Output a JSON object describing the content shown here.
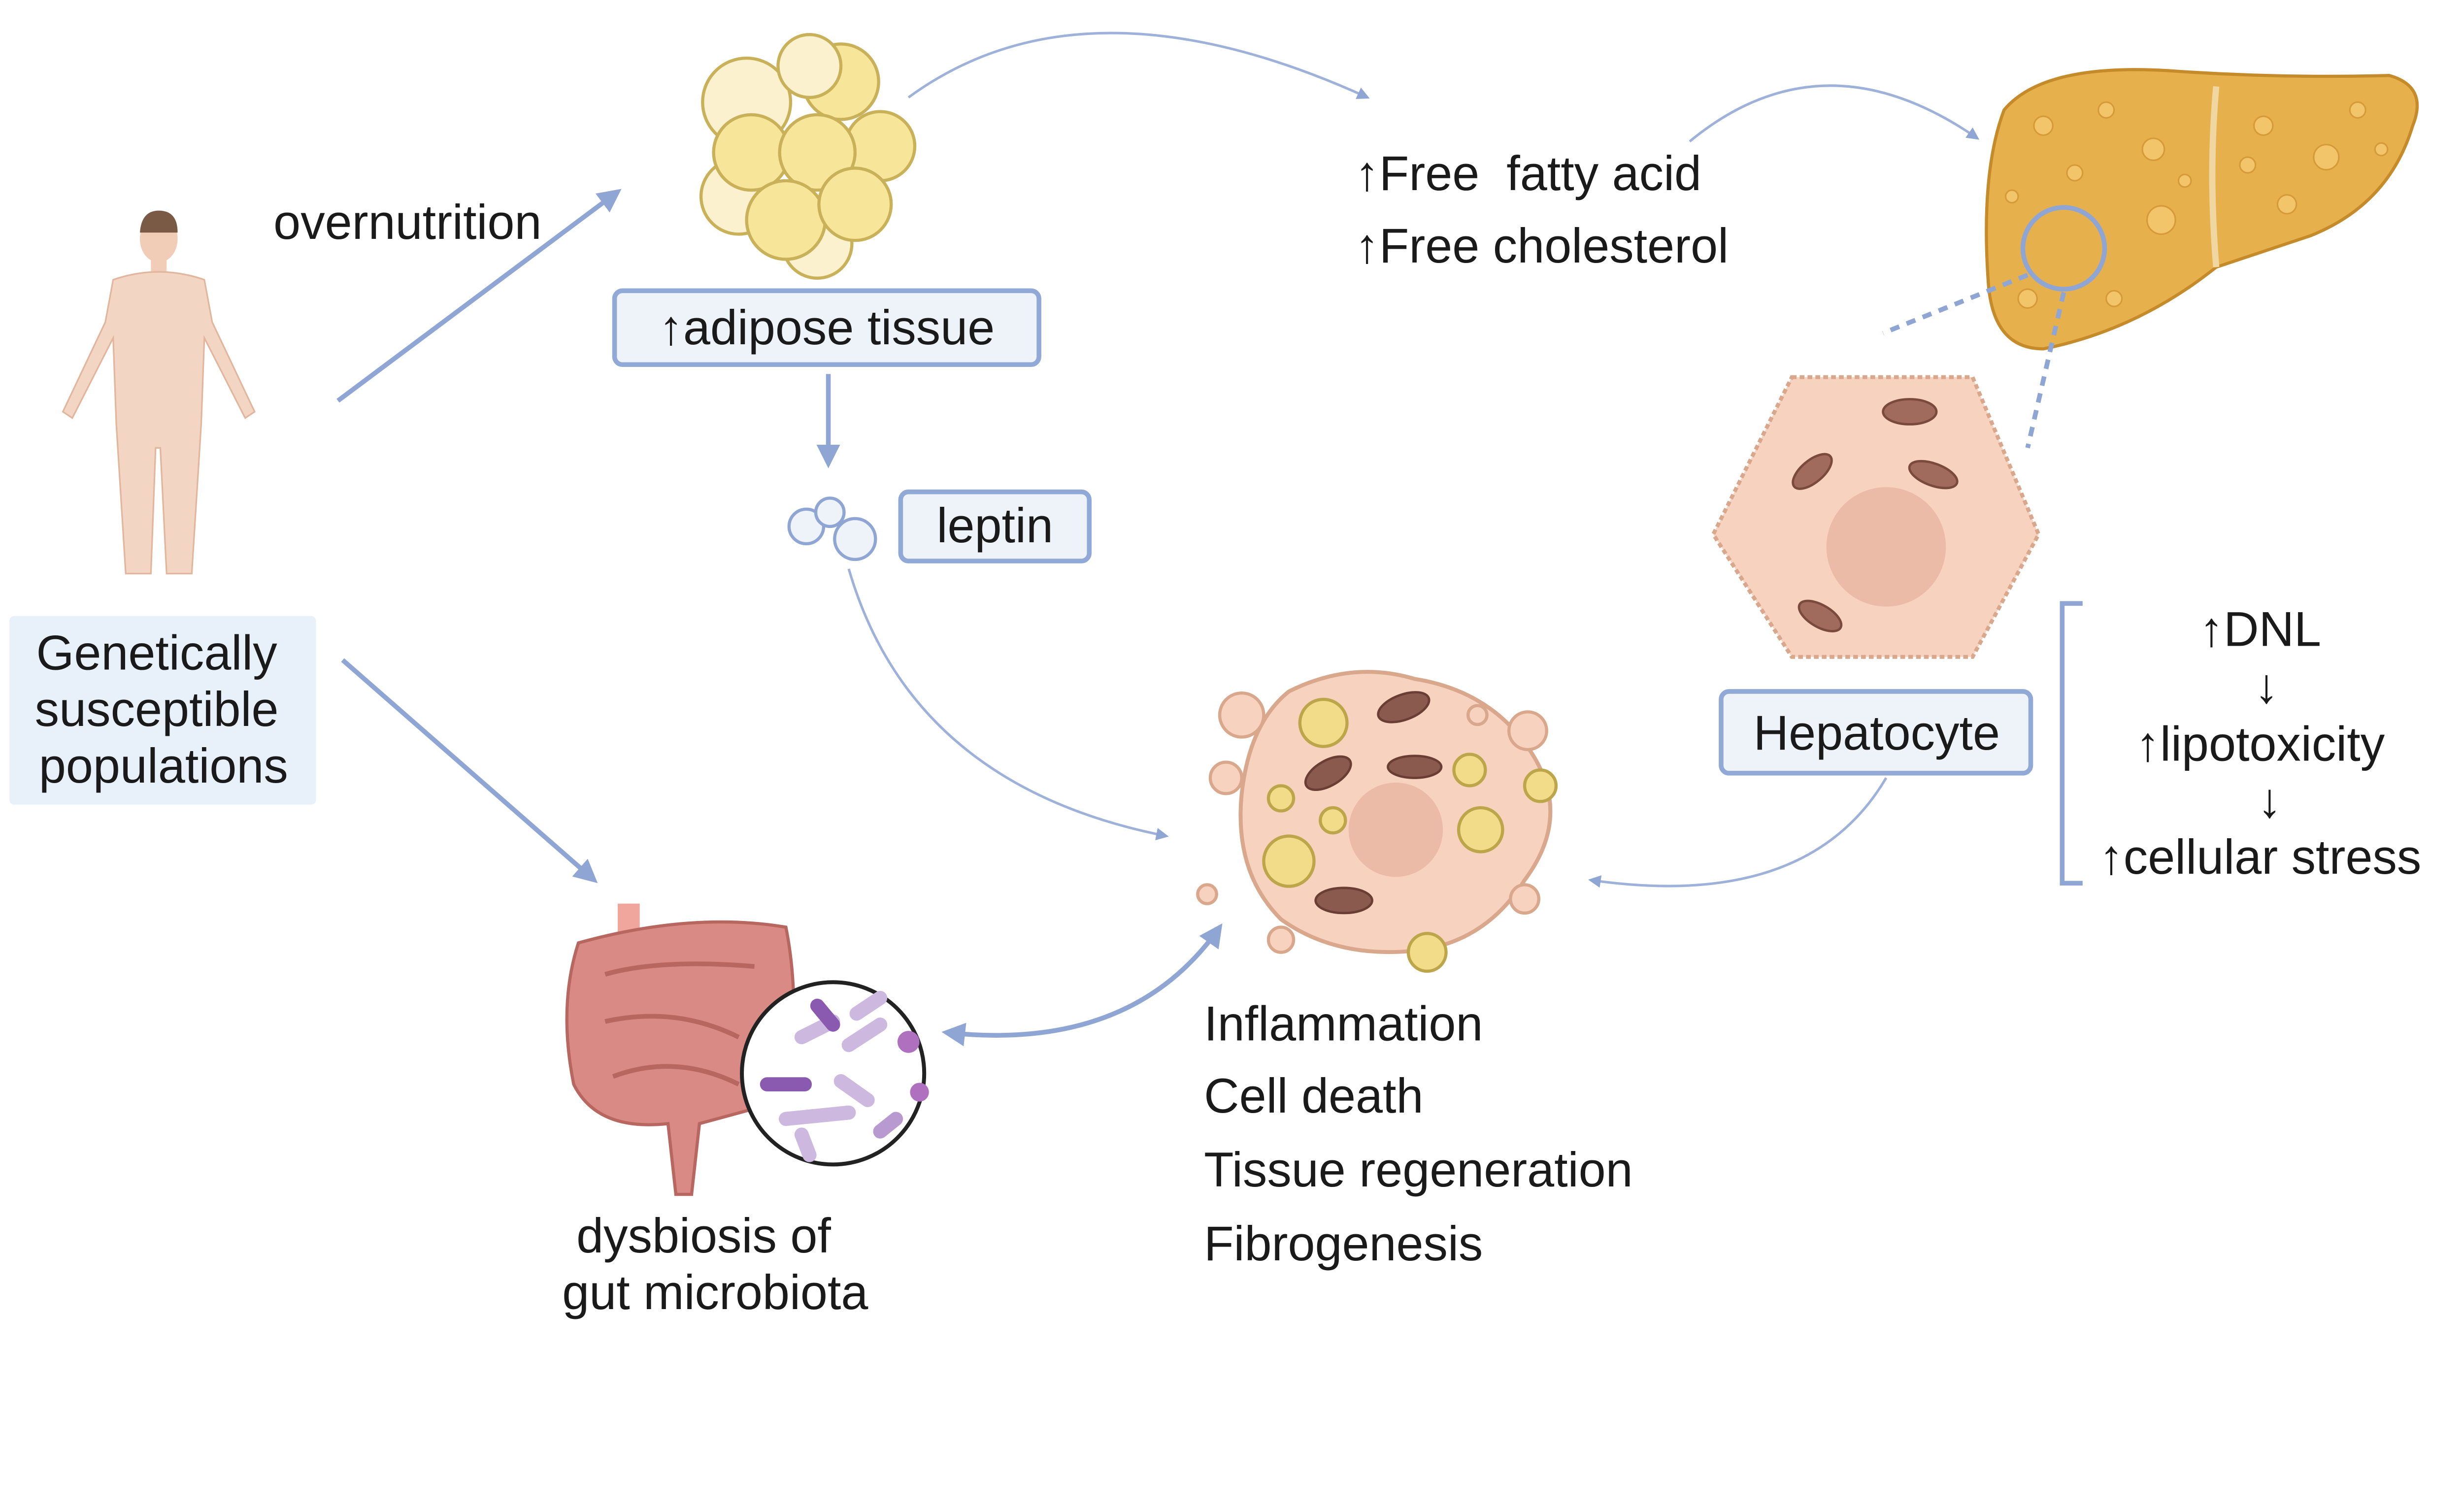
{
  "labels": {
    "population": [
      "Genetically",
      "susceptible",
      "populations"
    ],
    "overnutrition": "overnutrition",
    "adipose": "↑adipose tissue",
    "leptin": "leptin",
    "ffa": "↑Free  fatty acid",
    "cholesterol": "↑Free cholesterol",
    "hepatocyte": "Hepatocyte",
    "cascade": [
      "↑DNL",
      "↓",
      "↑lipotoxicity",
      "↓",
      "↑cellular stress"
    ],
    "outcomes": [
      "Inflammation",
      "Cell death",
      "Tissue regeneration",
      "Fibrogenesis"
    ],
    "gut": [
      "dysbiosis of",
      "gut microbiota"
    ]
  },
  "colors": {
    "arrow": "#8fa6d4",
    "box_fill": "#eef3fa",
    "box_stroke": "#90a9d6",
    "liver": "#e6b04c",
    "hepatocyte": "#f6d2bf",
    "adipocyte": "#f7e59a",
    "gut": "#d98a84"
  }
}
